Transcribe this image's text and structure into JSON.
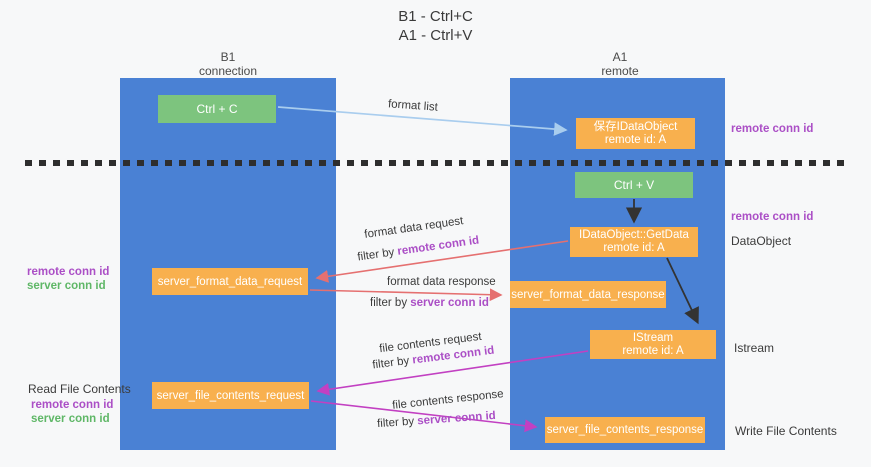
{
  "title": {
    "line1": "B1 - Ctrl+C",
    "line2": "A1 - Ctrl+V"
  },
  "columns": {
    "left": {
      "name": "B1",
      "subtitle": "connection"
    },
    "right": {
      "name": "A1",
      "subtitle": "remote"
    }
  },
  "nodes": {
    "ctrl_c": {
      "label": "Ctrl + C"
    },
    "ctrl_v": {
      "label": "Ctrl + V"
    },
    "save_idataobject": {
      "line1": "保存IDataObject",
      "line2": "remote id: A"
    },
    "idataobject_getdata": {
      "line1": "IDataObject::GetData",
      "line2": "remote id: A"
    },
    "istream_node": {
      "line1": "IStream",
      "line2": "remote id: A"
    },
    "server_format_data_request": {
      "label": "server_format_data_request"
    },
    "server_format_data_response": {
      "label": "server_format_data_response"
    },
    "server_file_contents_request": {
      "label": "server_file_contents_request"
    },
    "server_file_contents_response": {
      "label": "server_file_contents_response"
    }
  },
  "shared": {
    "remote_conn_id": "remote conn id",
    "server_conn_id": "server conn id",
    "filter_by": "filter by "
  },
  "side_labels": {
    "dataobject": "DataObject",
    "istream": "Istream",
    "read_file_contents": "Read File Contents",
    "write_file_contents": "Write File Contents"
  },
  "arrow_labels": {
    "format_list": "format list",
    "format_data_request": "format data request",
    "format_data_response": "format data response",
    "file_contents_request": "file contents request",
    "file_contents_response": "file contents response"
  },
  "colors": {
    "column_blue": "#4a81d4",
    "box_orange": "#f8b04e",
    "box_green": "#7dc47e",
    "arrow_blue": "#a9cdee",
    "arrow_salmon": "#e57070",
    "arrow_magenta": "#c240c2",
    "arrow_black": "#333333",
    "label_purple": "#ab4fc6",
    "label_green": "#5fb767",
    "dashed_divider": "#2e2e2e"
  }
}
